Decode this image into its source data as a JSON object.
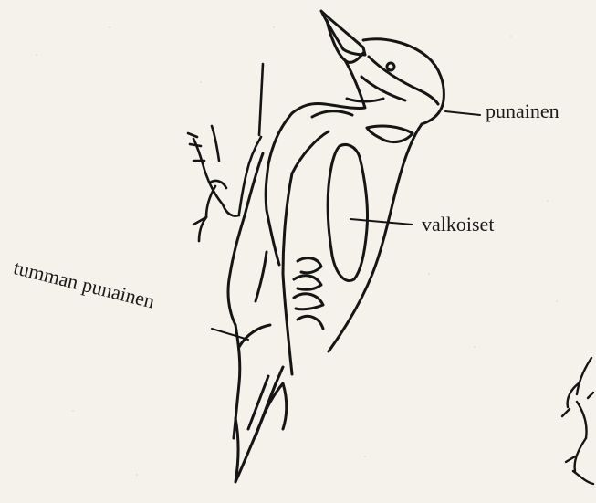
{
  "diagram": {
    "labels": {
      "red": "punainen",
      "white": "valkoiset",
      "dark_red": "tumman punainen"
    }
  }
}
